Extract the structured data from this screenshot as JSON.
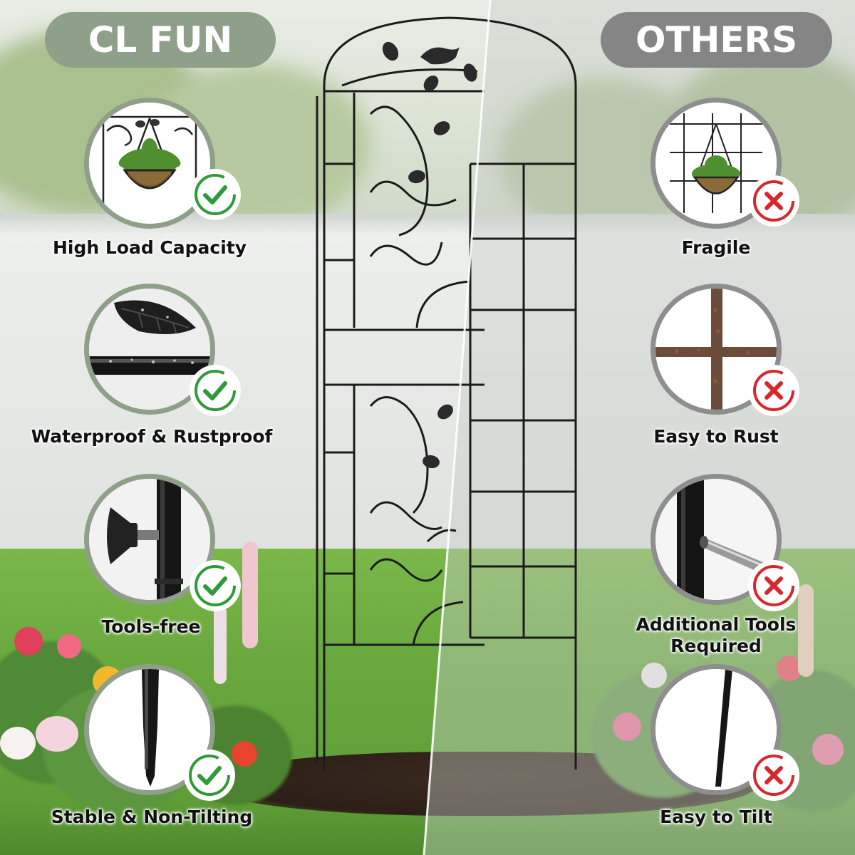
{
  "header": {
    "left_title": "CL FUN",
    "right_title": "OTHERS"
  },
  "left_features": [
    {
      "label": "High Load Capacity",
      "icon": "hanging-planter-icon",
      "status": "check-icon"
    },
    {
      "label": "Waterproof & Rustproof",
      "icon": "waterproof-leaf-icon",
      "status": "check-icon"
    },
    {
      "label": "Tools-free",
      "icon": "wing-nut-icon",
      "status": "check-icon"
    },
    {
      "label": "Stable & Non-Tilting",
      "icon": "ground-stake-icon",
      "status": "check-icon"
    }
  ],
  "right_features": [
    {
      "label": "Fragile",
      "icon": "hanging-planter-icon",
      "status": "cross-icon"
    },
    {
      "label": "Easy to Rust",
      "icon": "rusty-grid-icon",
      "status": "cross-icon"
    },
    {
      "label": "Additional Tools",
      "label_line2": "Required",
      "icon": "bolt-icon",
      "status": "cross-icon"
    },
    {
      "label": "Easy to Tilt",
      "icon": "thin-rod-icon",
      "status": "cross-icon"
    }
  ],
  "colors": {
    "left_accent": "#8ea089",
    "right_accent": "#858585",
    "check_green": "#2e9a3a",
    "cross_red": "#d8262d",
    "text": "#111111"
  }
}
